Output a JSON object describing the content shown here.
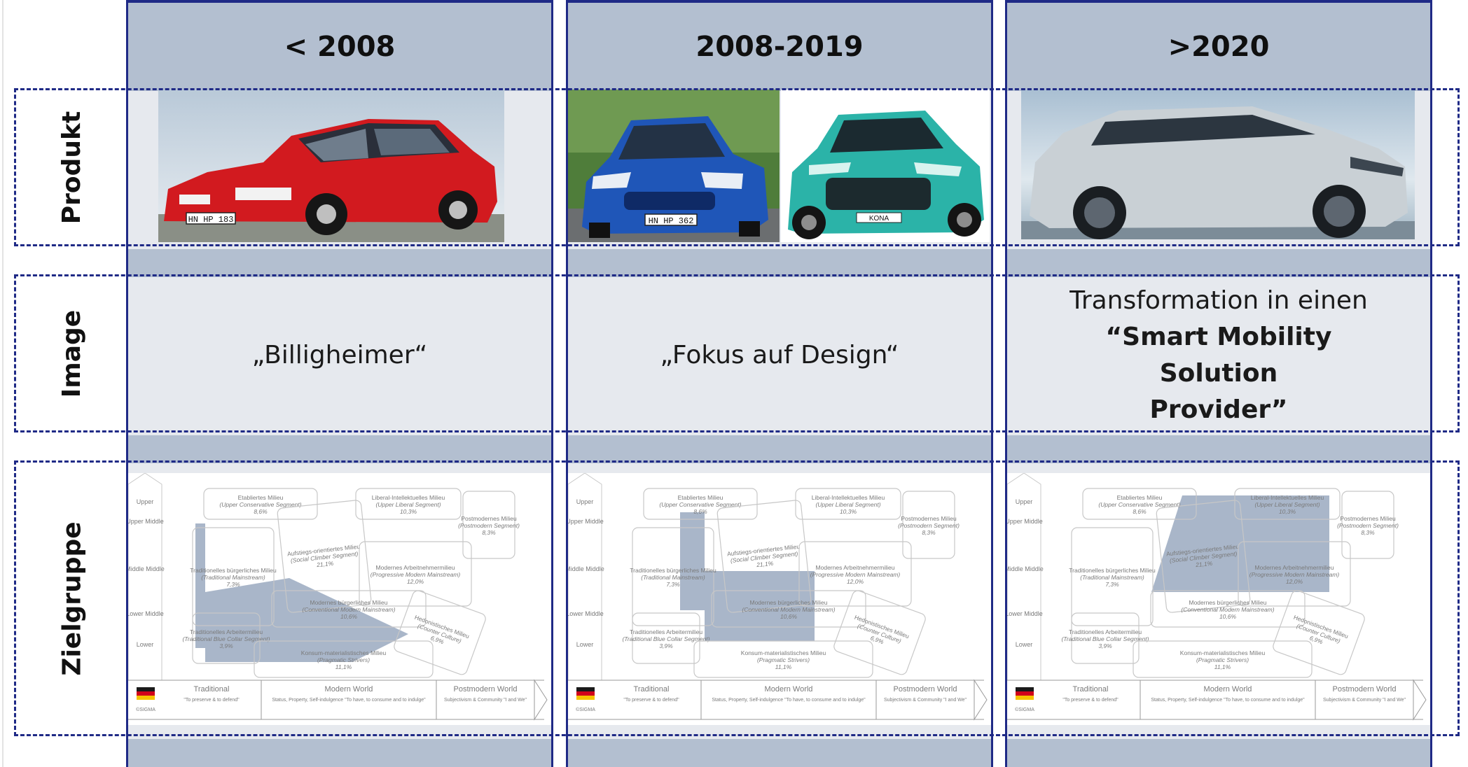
{
  "periods": [
    {
      "label": "< 2008",
      "image_text": "„Billigheimer“",
      "image_bold": ""
    },
    {
      "label": "2008-2019",
      "image_text": "„Fokus auf Design“",
      "image_bold": ""
    },
    {
      "label": ">2020",
      "image_text": "Transformation in einen",
      "image_bold": "“Smart Mobility Solution Provider”"
    }
  ],
  "rows": {
    "product": "Produkt",
    "image": "Image",
    "target": "Zielgruppe"
  },
  "plates": {
    "car1": "HN HP 183",
    "car2": "HN HP 362",
    "car3": "KONA"
  },
  "map": {
    "strata": [
      "Upper",
      "Upper Middle",
      "Middle Middle",
      "Lower Middle",
      "Lower"
    ],
    "milieus": [
      {
        "name": "Etabliertes Milieu",
        "segment": "(Upper Conservative Segment)",
        "share": "8,6%"
      },
      {
        "name": "Liberal-Intellektuelles Milieu",
        "segment": "(Upper Liberal Segment)",
        "share": "10,3%"
      },
      {
        "name": "Postmodernes Milieu",
        "segment": "(Postmodern Segment)",
        "share": "8,3%"
      },
      {
        "name": "Aufstiegs-orientiertes Milieu",
        "segment": "(Social Climber Segment)",
        "share": "21,1%"
      },
      {
        "name": "Traditionelles bürgerliches Milieu",
        "segment": "(Traditional Mainstream)",
        "share": "7,3%"
      },
      {
        "name": "Modernes Arbeitnehmermilieu",
        "segment": "(Progressive Modern Mainstream)",
        "share": "12,0%"
      },
      {
        "name": "Modernes bürgerliches Milieu",
        "segment": "(Conventional Modern Mainstream)",
        "share": "10,6%"
      },
      {
        "name": "Traditionelles Arbeitermilieu",
        "segment": "(Traditional Blue Collar Segment)",
        "share": "3,9%"
      },
      {
        "name": "Hedonistisches Milieu",
        "segment": "(Counter Culture)",
        "share": "6,9%"
      },
      {
        "name": "Konsum-materialistisches Milieu",
        "segment": "(Pragmatic Strivers)",
        "share": "11,1%"
      }
    ],
    "axis": [
      {
        "title": "Traditional",
        "sub": "\"To preserve & to defend\""
      },
      {
        "title": "Modern World",
        "sub": "Status, Property, Self-indulgence \"To have, to consume and to indulge\""
      },
      {
        "title": "Postmodern World",
        "sub": "Subjectivism & Community \"I and We\""
      }
    ],
    "brand": "©SIGMA",
    "flag_colors": [
      "#1a1a1a",
      "#d0021b",
      "#f5c400"
    ]
  },
  "colors": {
    "frame": "#1f2a86",
    "band": "#b3bfd0",
    "cell": "#e6e9ee",
    "highlight": "#8c9db7"
  }
}
